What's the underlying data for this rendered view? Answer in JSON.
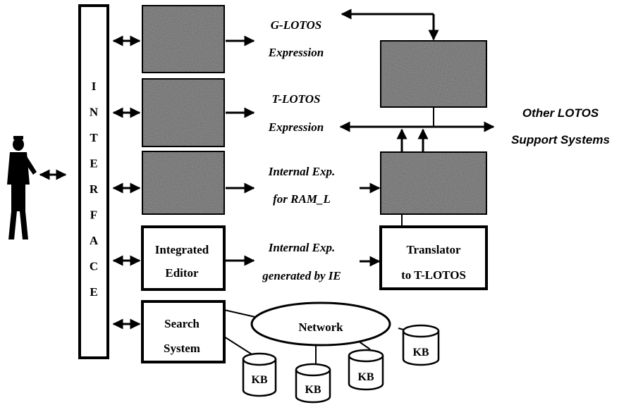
{
  "interface_letters": [
    "I",
    "N",
    "T",
    "E",
    "R",
    "F",
    "A",
    "C",
    "E"
  ],
  "outputs": {
    "g_lotos": [
      "G-LOTOS",
      "Expression"
    ],
    "t_lotos": [
      "T-LOTOS",
      "Expression"
    ],
    "internal_ram": [
      "Internal Exp.",
      "for RAM_L"
    ],
    "internal_ie": [
      "Internal Exp.",
      "generated by IE"
    ]
  },
  "boxes": {
    "editor": [
      "Integrated",
      "Editor"
    ],
    "search": [
      "Search",
      "System"
    ],
    "translator": [
      "Translator",
      "to T-LOTOS"
    ]
  },
  "network_label": "Network",
  "kb_label": "KB",
  "other_systems": [
    "Other LOTOS",
    "Support Systems"
  ]
}
